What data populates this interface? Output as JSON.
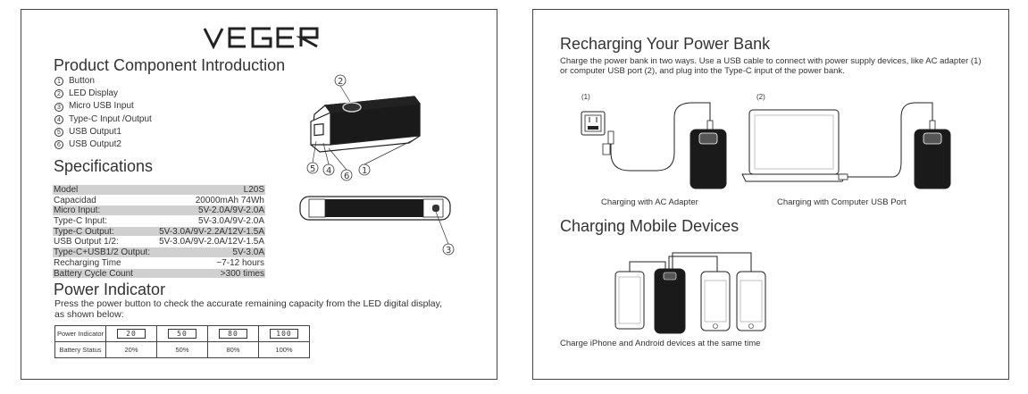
{
  "left": {
    "brand": "VEGER",
    "component_title": "Product Component Introduction",
    "components": [
      {
        "num": "1",
        "label": "Button"
      },
      {
        "num": "2",
        "label": "LED Display"
      },
      {
        "num": "3",
        "label": "Micro USB Input"
      },
      {
        "num": "4",
        "label": "Type-C Input /Output"
      },
      {
        "num": "5",
        "label": "USB Output1"
      },
      {
        "num": "6",
        "label": "USB Output2"
      }
    ],
    "callouts": {
      "c1": "1",
      "c2": "2",
      "c3": "3",
      "c4": "4",
      "c5": "5",
      "c6": "6"
    },
    "spec_title": "Specifications",
    "specs": [
      {
        "key": "Model",
        "value": "L20S"
      },
      {
        "key": "Capacidad",
        "value": "20000mAh 74Wh"
      },
      {
        "key": "Micro Input:",
        "value": "5V-2.0A/9V-2.0A"
      },
      {
        "key": "Type-C Input:",
        "value": "5V-3.0A/9V-2.0A"
      },
      {
        "key": "Type-C Output:",
        "value": "5V-3.0A/9V-2.2A/12V-1.5A"
      },
      {
        "key": "USB Output 1/2:",
        "value": "5V-3.0A/9V-2.0A/12V-1.5A"
      },
      {
        "key": "Type-C+USB1/2  Output:",
        "value": "5V-3.0A"
      },
      {
        "key": "Recharging Time",
        "value": "~7-12 hours"
      },
      {
        "key": "Battery Cycle Count",
        "value": ">300 times"
      }
    ],
    "power_title": "Power Indicator",
    "power_text": "Press the power button to check the accurate remaining capacity from the LED digital display, as shown below:",
    "table": {
      "row1_label": "Power Indicator",
      "displays": [
        "20",
        "50",
        "80",
        "100"
      ],
      "row2_label": "Battery Status",
      "status": [
        "20%",
        "50%",
        "80%",
        "100%"
      ]
    }
  },
  "right": {
    "recharge_title": "Recharging Your Power Bank",
    "recharge_text": "Charge the power bank in two ways. Use a USB cable to connect with power supply devices, like AC adapter (1) or computer USB port (2), and plug into the Type-C input of the power bank.",
    "label1": "(1)",
    "label2": "(2)",
    "caption1": "Charging with AC Adapter",
    "caption2": "Charging with Computer USB Port",
    "mobile_title": "Charging Mobile Devices",
    "mobile_caption": "Charge iPhone and Android devices at the same time"
  }
}
